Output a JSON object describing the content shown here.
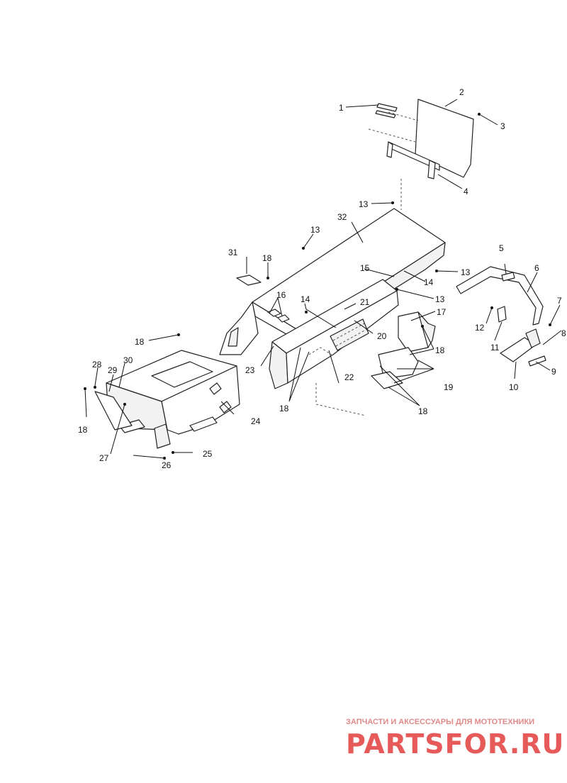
{
  "diagram": {
    "callouts": {
      "c1": "1",
      "c2": "2",
      "c3": "3",
      "c4": "4",
      "c5": "5",
      "c6": "6",
      "c7": "7",
      "c8": "8",
      "c9": "9",
      "c10": "10",
      "c11": "11",
      "c12": "12",
      "c13a": "13",
      "c13b": "13",
      "c13c": "13",
      "c13d": "13",
      "c14a": "14",
      "c14b": "14",
      "c15": "15",
      "c16": "16",
      "c17": "17",
      "c18a": "18",
      "c18b": "18",
      "c18c": "18",
      "c18d": "18",
      "c18e": "18",
      "c18f": "18",
      "c19": "19",
      "c20": "20",
      "c21": "21",
      "c22": "22",
      "c23": "23",
      "c24": "24",
      "c25": "25",
      "c26": "26",
      "c27": "27",
      "c28": "28",
      "c29": "29",
      "c30": "30",
      "c31": "31",
      "c32": "32"
    }
  },
  "watermark": {
    "subtitle": "ЗАПЧАСТИ И АКСЕССУАРЫ ДЛЯ МОТОТЕХНИКИ",
    "brand": "PARTSFOR.RU",
    "color": "#e65a5a"
  }
}
